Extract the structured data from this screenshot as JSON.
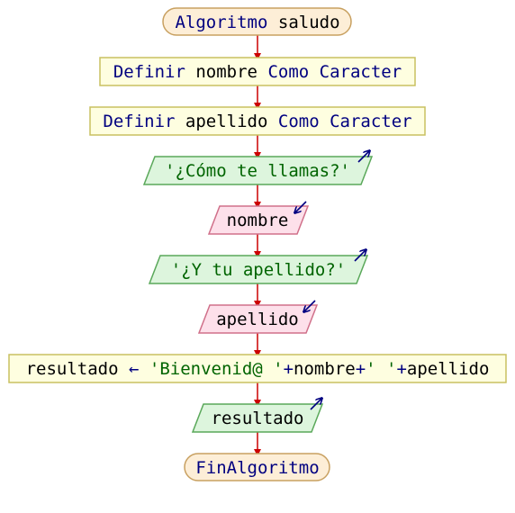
{
  "diagram": {
    "colors": {
      "terminal_fill": "#fdeed7",
      "terminal_stroke": "#c8a060",
      "define_fill": "#fefee0",
      "define_stroke": "#c8c060",
      "output_fill": "#ddf5dd",
      "output_stroke": "#5aa85a",
      "input_fill": "#fde0ea",
      "input_stroke": "#d0708a",
      "assign_fill": "#fefee0",
      "assign_stroke": "#c8c060",
      "arrow": "#cc0000",
      "io_arrow": "#000080",
      "keyword": "#000080",
      "identifier": "#000000",
      "string": "#006400",
      "operator": "#000080"
    },
    "start": {
      "keyword": "Algoritmo",
      "name": "saludo"
    },
    "define1": {
      "kw1": "Definir",
      "var": "nombre",
      "kw2": "Como",
      "type": "Caracter"
    },
    "define2": {
      "kw1": "Definir",
      "var": "apellido",
      "kw2": "Como",
      "type": "Caracter"
    },
    "output1": {
      "text": "'¿Cómo te llamas?'"
    },
    "input1": {
      "var": "nombre"
    },
    "output2": {
      "text": "'¿Y tu apellido?'"
    },
    "input2": {
      "var": "apellido"
    },
    "assign": {
      "target": "resultado",
      "operator": "←",
      "str1": "'Bienvenid@ '",
      "plus1": "+",
      "var1": "nombre",
      "plus2": "+",
      "str2": "' '",
      "plus3": "+",
      "var2": "apellido"
    },
    "output3": {
      "var": "resultado"
    },
    "end": {
      "keyword": "FinAlgoritmo"
    }
  }
}
